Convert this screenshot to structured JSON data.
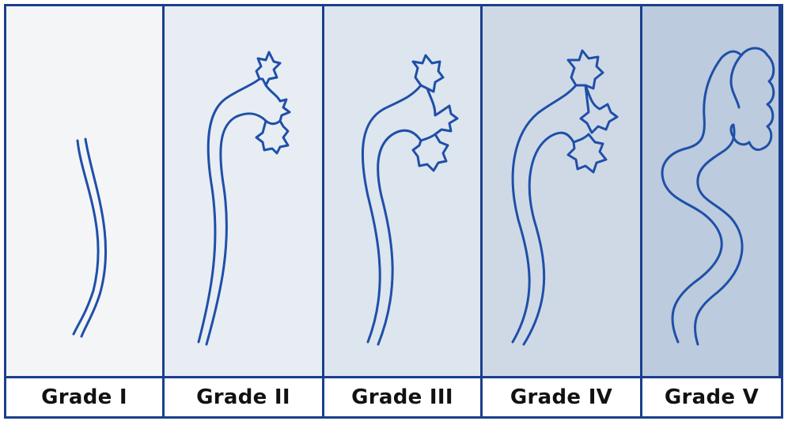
{
  "grades": [
    {
      "label": "Grade I",
      "color": "#f3f5f7"
    },
    {
      "label": "Grade II",
      "color": "#e7edf3"
    },
    {
      "label": "Grade III",
      "color": "#dde5ee"
    },
    {
      "label": "Grade IV",
      "color": "#cfd9e6"
    },
    {
      "label": "Grade V",
      "color": "#bccbdd"
    }
  ],
  "colors": {
    "border": "#1b3f8e",
    "stroke": "#1f4fa8"
  }
}
